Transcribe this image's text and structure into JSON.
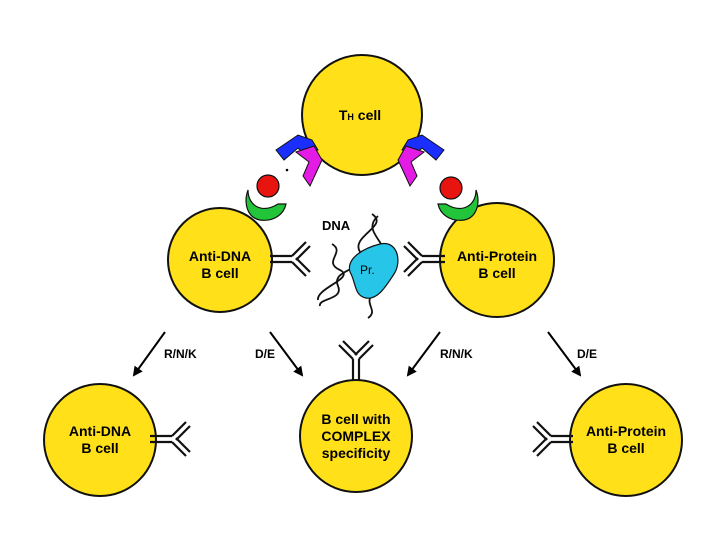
{
  "colors": {
    "cell_fill": "#FFE019",
    "cell_stroke": "#111111",
    "receptor_blue": "#1A2EFF",
    "receptor_magenta": "#E41BE4",
    "receptor_green": "#22C53A",
    "antigen_red": "#E8140F",
    "protein_cyan": "#27C5E8"
  },
  "cells": {
    "th": {
      "line1": "T",
      "line1_sub": "H",
      "line2": " cell"
    },
    "anti_dna_top": {
      "line1": "Anti-DNA",
      "line2": "B cell"
    },
    "anti_protein_top": {
      "line1": "Anti-Protein",
      "line2": "B cell"
    },
    "anti_dna_bottom": {
      "line1": "Anti-DNA",
      "line2": "B cell"
    },
    "complex": {
      "line1": "B cell with",
      "line2": "COMPLEX",
      "line3": "specificity"
    },
    "anti_protein_bottom": {
      "line1": "Anti-Protein",
      "line2": "B cell"
    }
  },
  "antigen": {
    "dna_label": "DNA",
    "protein_label": "Pr."
  },
  "arrows": {
    "a1": "R/N/K",
    "a2": "D/E",
    "a3": "R/N/K",
    "a4": "D/E"
  },
  "icons": [
    "tcr-blue-icon",
    "mhc-magenta-icon",
    "antigen-red-icon",
    "receptor-green-icon",
    "antibody-icon",
    "dna-strand-icon",
    "protein-blob-icon"
  ]
}
